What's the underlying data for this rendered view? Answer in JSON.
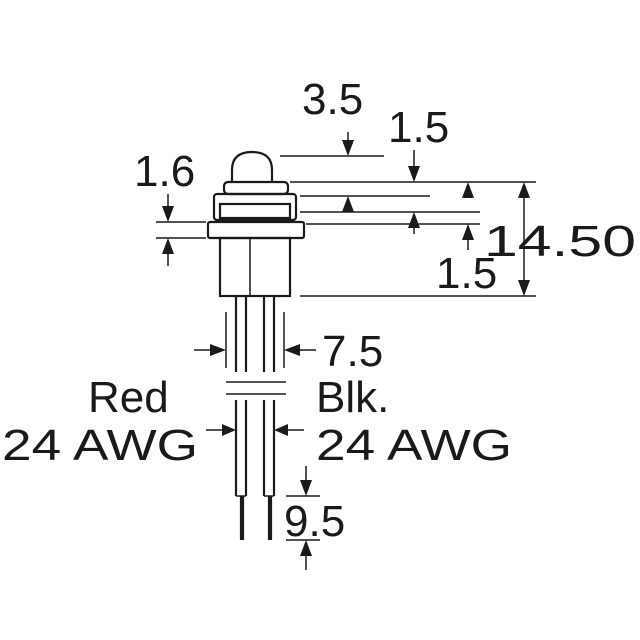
{
  "dimensions": {
    "lens_width": "3.5",
    "flange_thickness": "1.5",
    "lens_height": "1.6",
    "overall_length": "14.50",
    "base_offset": "1.5",
    "lead_spacing": "7.5",
    "lead_strip": "9.5"
  },
  "leads": {
    "red_color": "Red",
    "red_gauge": "24 AWG",
    "black_color": "Blk.",
    "black_gauge": "24 AWG"
  },
  "colors": {
    "line": "#1a1a1a",
    "background": "#ffffff"
  }
}
